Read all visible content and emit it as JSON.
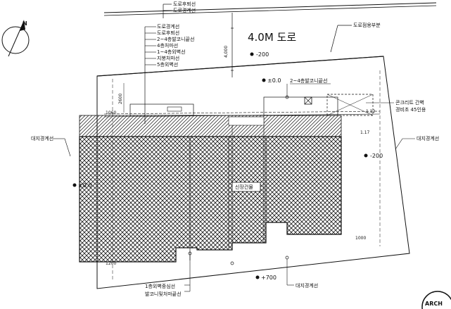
{
  "road": {
    "name": "4.0M 도로",
    "width_dim": "4,000",
    "top_labels": [
      "도로후퇴선",
      "도로경계선"
    ],
    "cutoff_label": "도로점용부분"
  },
  "setback_labels": [
    "도로경계선",
    "도로후퇴선",
    "2~4층발코니끝선",
    "4층처마선",
    "1~4층외벽선",
    "지붕처마선",
    "5층외벽선"
  ],
  "levels": {
    "road": "-200",
    "front": "±0.0",
    "west": "±0.0",
    "east": "-200",
    "south": "+700"
  },
  "labels": {
    "balcony_2_4": "2~4층발코니끝선",
    "concrete_wall_1": "콘크리트 간벽",
    "concrete_wall_2": "경비초 45인용",
    "boundary_west": "대지경계선",
    "boundary_east": "대지경계선",
    "boundary_south": "대지경계선",
    "new_building": "신장건물",
    "south_1": "1층외벽중심선",
    "south_2": "발코니및처마끝선",
    "dim_top": "2600",
    "dim_1": "1060",
    "dim_2": "1.12",
    "dim_3": "1.17",
    "dim_4": "1200",
    "dim_5": "1000",
    "stamp": "ARCH"
  },
  "colors": {
    "line": "#111111",
    "hatch": "#1a1a1a",
    "background": "#ffffff"
  }
}
